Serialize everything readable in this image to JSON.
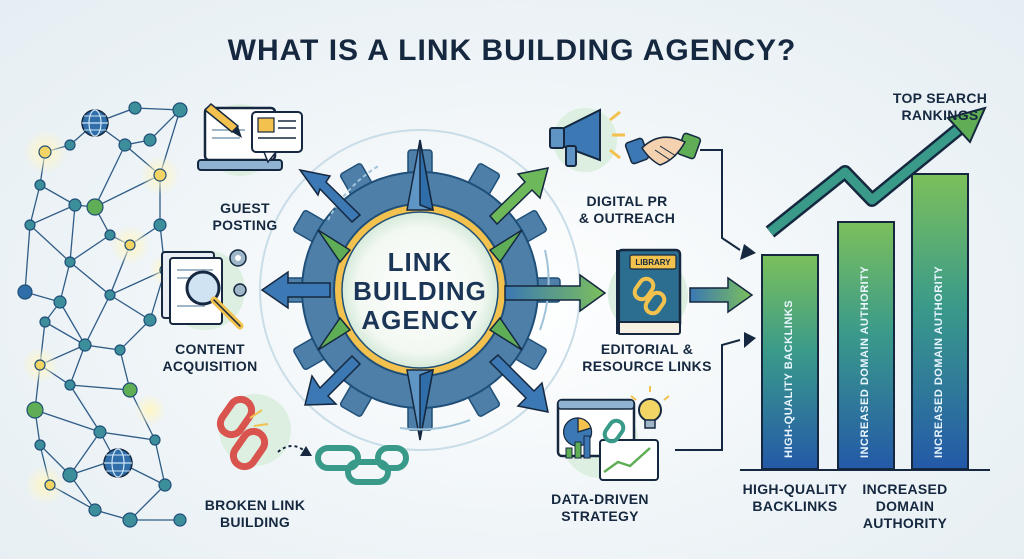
{
  "title": "WHAT IS A LINK BUILDING AGENCY?",
  "center": {
    "line1": "LINK",
    "line2": "BUILDING",
    "line3": "AGENCY"
  },
  "methods": {
    "guest_posting": {
      "line1": "GUEST",
      "line2": "POSTING"
    },
    "content_acquisition": {
      "line1": "CONTENT",
      "line2": "ACQUISITION"
    },
    "broken_link": {
      "line1": "BROKEN LINK",
      "line2": "BUILDING"
    },
    "digital_pr": {
      "line1": "DIGITAL PR",
      "line2": "& OUTREACH"
    },
    "editorial": {
      "line1": "EDITORIAL &",
      "line2": "RESOURCE LINKS"
    },
    "data_driven": {
      "line1": "DATA-DRIVEN",
      "line2": "STRATEGY"
    }
  },
  "book_label": "LIBRARY",
  "outcomes": {
    "top_rankings": {
      "line1": "TOP SEARCH",
      "line2": "RANKINGS"
    },
    "bar1_caption": {
      "line1": "HIGH-QUALITY",
      "line2": "BACKLINKS"
    },
    "bar2_caption": {
      "line1": "INCREASED",
      "line2": "DOMAIN",
      "line3": "AUTHORITY"
    },
    "bar1_text": "HIGH-QUALITY BACKLINKS",
    "bar2_text": "INCREASED DOMAIN AUTHORITY",
    "bar3_text": "INCREASED DOMAIN AUTHORITY"
  },
  "colors": {
    "navy": "#15283f",
    "blue": "#2f6ea8",
    "green": "#5fae55",
    "gold": "#f2c14e"
  }
}
